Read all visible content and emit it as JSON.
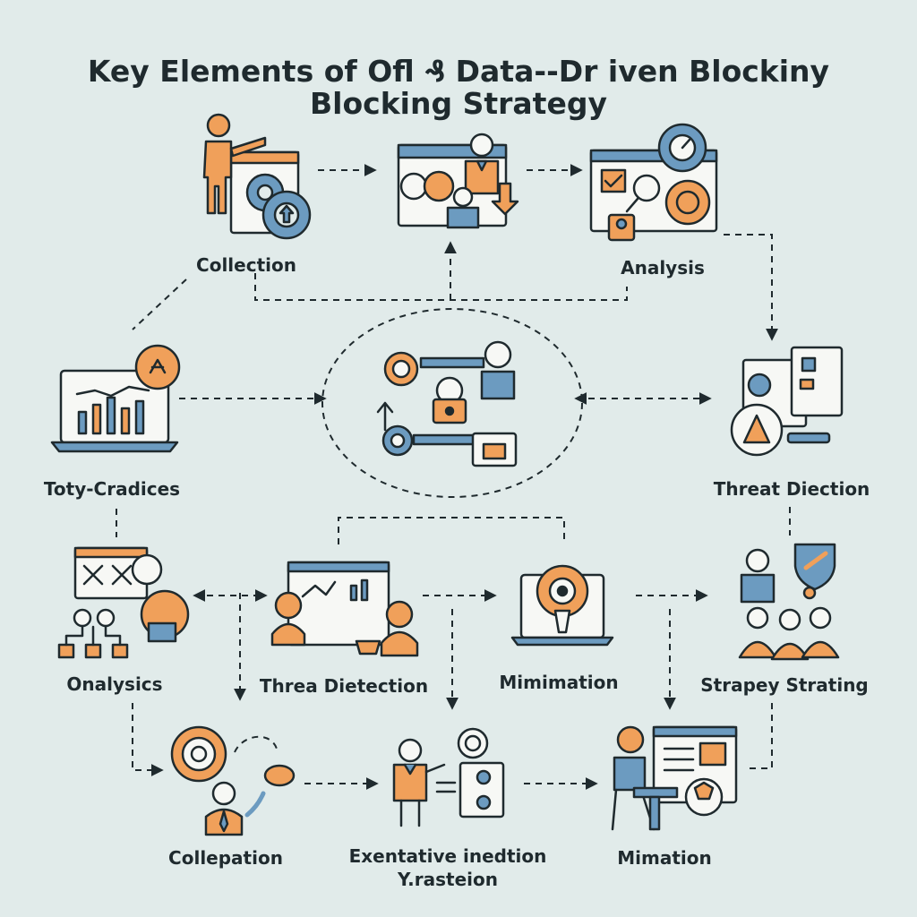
{
  "title": {
    "line1": "Key Elements of Ofl ₰ Data--Dr iven Blockiny",
    "line2": "Blocking Strategy"
  },
  "nodes": {
    "collection": "Collection",
    "analysis_top": "Analysis",
    "toty_cradices": "Toty-Cradices",
    "threat_diection_right": "Threat Diection",
    "onalysics": "Onalysics",
    "threa_dietection": "Threa Dietection",
    "mimimation": "Mimimation",
    "strapey_strating": "Strapey Strating",
    "collepation": "Collepation",
    "exentative_line1": "Exentative inedtion",
    "exentative_line2": "Y.rasteion",
    "mimation": "Mimation"
  },
  "colors": {
    "background": "#e1ebea",
    "orange": "#f0a05a",
    "blue": "#6c9bc0",
    "outline": "#1f2a2e",
    "panel": "#f7f8f5"
  }
}
